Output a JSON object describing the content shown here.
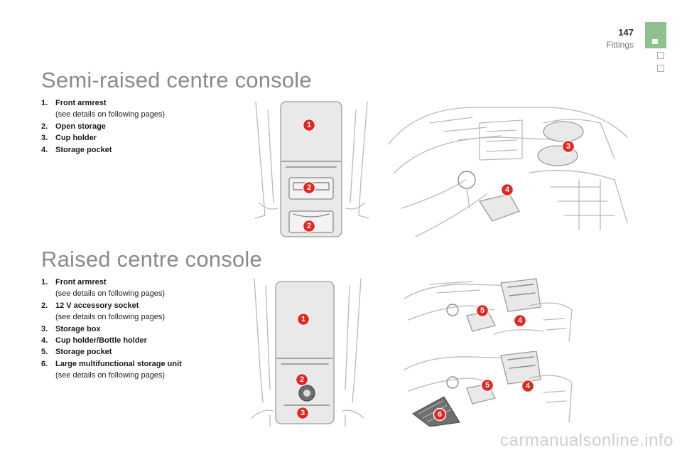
{
  "header": {
    "page_number": "147",
    "chapter": "Fittings"
  },
  "sections": [
    {
      "title": "Semi-raised centre console",
      "items": [
        {
          "num": "1.",
          "name": "Front armrest",
          "detail": "(see details on following pages)"
        },
        {
          "num": "2.",
          "name": "Open storage",
          "detail": ""
        },
        {
          "num": "3.",
          "name": "Cup holder",
          "detail": ""
        },
        {
          "num": "4.",
          "name": "Storage pocket",
          "detail": ""
        }
      ]
    },
    {
      "title": "Raised centre console",
      "items": [
        {
          "num": "1.",
          "name": "Front armrest",
          "detail": "(see details on following pages)"
        },
        {
          "num": "2.",
          "name": "12 V accessory socket",
          "detail": "(see details on following pages)"
        },
        {
          "num": "3.",
          "name": "Storage box",
          "detail": ""
        },
        {
          "num": "4.",
          "name": "Cup holder/Bottle holder",
          "detail": ""
        },
        {
          "num": "5.",
          "name": "Storage pocket",
          "detail": ""
        },
        {
          "num": "6.",
          "name": "Large multifunctional storage unit",
          "detail": "(see details on following pages)"
        }
      ]
    }
  ],
  "callouts": {
    "semi_top": [
      "1",
      "2",
      "2"
    ],
    "semi_side": [
      "3",
      "4"
    ],
    "raised_top": [
      "1",
      "2",
      "3"
    ],
    "raised_side_a": [
      "5",
      "4"
    ],
    "raised_side_b": [
      "5",
      "4",
      "6"
    ]
  },
  "watermark": "carmanualsonline.info",
  "colors": {
    "accent_green": "#8dc18e",
    "callout_red": "#e52620",
    "title_grey": "#8a8a8a"
  }
}
